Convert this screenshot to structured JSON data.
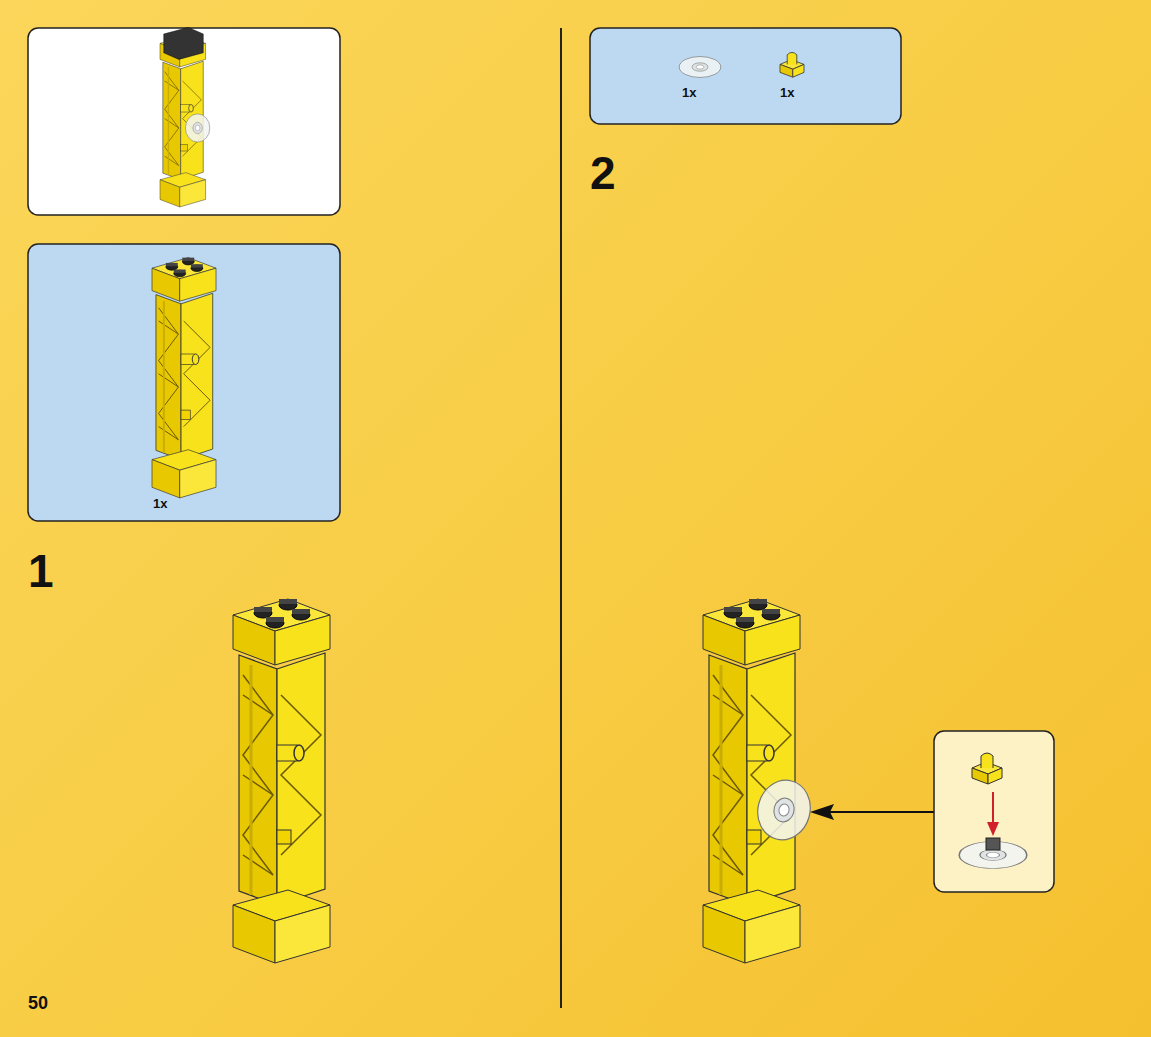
{
  "diagram": {
    "labels": [
      "1x",
      "1",
      "50",
      "1x",
      "1x",
      "2"
    ]
  }
}
